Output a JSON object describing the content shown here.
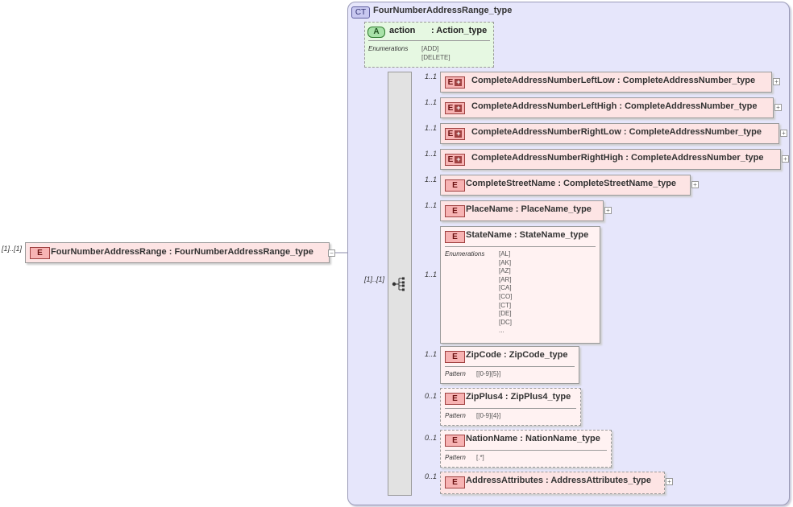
{
  "root_element": {
    "cardinality": "[1]..[1]",
    "badge": "E",
    "name": "FourNumberAddressRange",
    "type": "FourNumberAddressRange_type"
  },
  "complex_type": {
    "badge": "CT",
    "name": "FourNumberAddressRange_type"
  },
  "attribute": {
    "badge": "A",
    "name": "action",
    "type": ": Action_type",
    "enum_label": "Enumerations",
    "enums": [
      "[ADD]",
      "[DELETE]"
    ]
  },
  "sequence": {
    "cardinality": "[1]..[1]"
  },
  "elements": [
    {
      "card": "1..1",
      "badge": "E",
      "label": "CompleteAddressNumberLeftLow : CompleteAddressNumber_type"
    },
    {
      "card": "1..1",
      "badge": "E",
      "label": "CompleteAddressNumberLeftHigh : CompleteAddressNumber_type"
    },
    {
      "card": "1..1",
      "badge": "E",
      "label": "CompleteAddressNumberRightLow : CompleteAddressNumber_type"
    },
    {
      "card": "1..1",
      "badge": "E",
      "label": "CompleteAddressNumberRightHigh : CompleteAddressNumber_type"
    },
    {
      "card": "1..1",
      "badge": "E",
      "label": "CompleteStreetName : CompleteStreetName_type"
    },
    {
      "card": "1..1",
      "badge": "E",
      "label": "PlaceName : PlaceName_type"
    },
    {
      "card": "1..1",
      "badge": "E",
      "label": "StateName : StateName_type",
      "facet_label": "Enumerations",
      "facet_values": [
        "[AL]",
        "[AK]",
        "[AZ]",
        "[AR]",
        "[CA]",
        "[CO]",
        "[CT]",
        "[DE]",
        "[DC]",
        "..."
      ]
    },
    {
      "card": "1..1",
      "badge": "E",
      "label": "ZipCode : ZipCode_type",
      "facet_label": "Pattern",
      "facet_values": [
        "[[0-9]{5}]"
      ]
    },
    {
      "card": "0..1",
      "badge": "E",
      "label": "ZipPlus4 : ZipPlus4_type",
      "facet_label": "Pattern",
      "facet_values": [
        "[[0-9]{4}]"
      ]
    },
    {
      "card": "0..1",
      "badge": "E",
      "label": "NationName : NationName_type",
      "facet_label": "Pattern",
      "facet_values": [
        "[.*]"
      ]
    },
    {
      "card": "0..1",
      "badge": "E",
      "label": "AddressAttributes : AddressAttributes_type"
    }
  ]
}
